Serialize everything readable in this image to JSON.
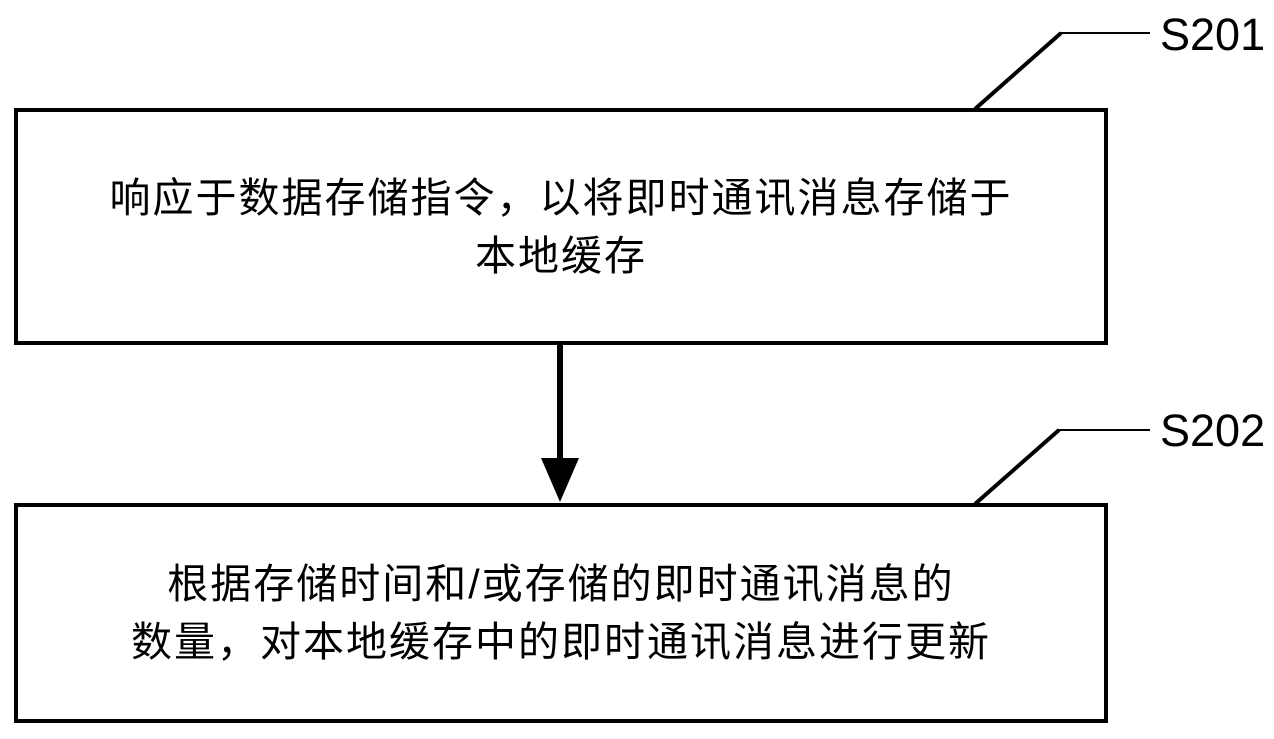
{
  "diagram": {
    "type": "flowchart",
    "background_color": "#ffffff",
    "stroke_color": "#000000",
    "text_color": "#000000",
    "steps": [
      {
        "label": "S201",
        "lines": [
          "响应于数据存储指令，以将即时通讯消息存储于",
          "本地缓存"
        ]
      },
      {
        "label": "S202",
        "lines": [
          "根据存储时间和/或存储的即时通讯消息的",
          "数量，对本地缓存中的即时通讯消息进行更新"
        ]
      }
    ],
    "connections": [
      {
        "from": "S201",
        "to": "S202",
        "style": "arrow-down"
      }
    ]
  }
}
